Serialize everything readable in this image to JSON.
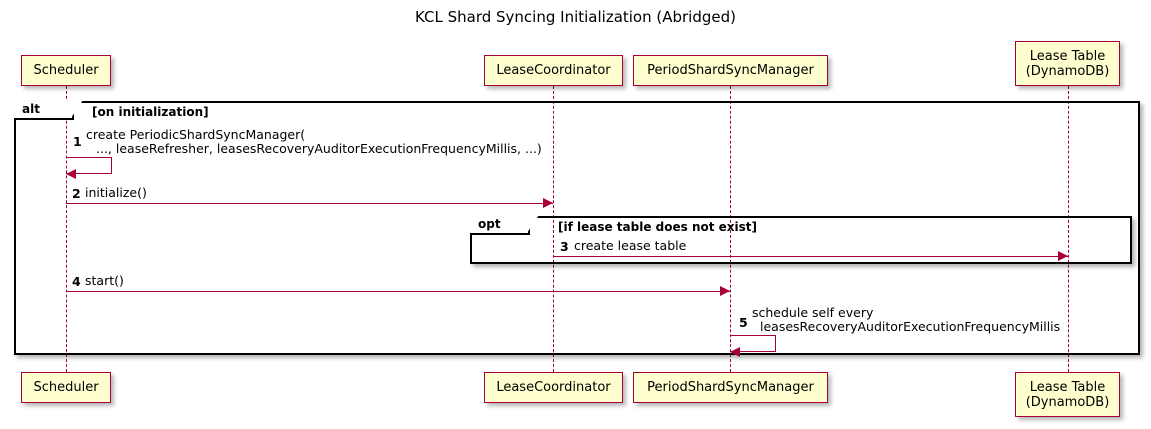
{
  "diagram": {
    "title": "KCL Shard Syncing Initialization (Abridged)",
    "type": "sequence-diagram",
    "colors": {
      "participant_fill": "#FEFECE",
      "participant_border": "#A80036",
      "lifeline": "#A80036",
      "arrow": "#A80036",
      "fragment_border": "#000000",
      "background": "#FFFFFF"
    }
  },
  "participants": [
    {
      "id": "scheduler",
      "label": "Scheduler"
    },
    {
      "id": "leasecoordinator",
      "label": "LeaseCoordinator"
    },
    {
      "id": "periodshardsyncmanager",
      "label": "PeriodShardSyncManager"
    },
    {
      "id": "leasetable",
      "label": "Lease Table\n(DynamoDB)"
    }
  ],
  "fragments": [
    {
      "id": "alt",
      "operator": "alt",
      "condition": "[on initialization]"
    },
    {
      "id": "opt",
      "operator": "opt",
      "condition": "[if lease table does not exist]"
    }
  ],
  "messages": [
    {
      "number": "1",
      "from": "scheduler",
      "to": "scheduler",
      "kind": "self",
      "line1": "create PeriodicShardSyncManager(",
      "line2": "..., leaseRefresher, leasesRecoveryAuditorExecutionFrequencyMillis, ...)"
    },
    {
      "number": "2",
      "from": "scheduler",
      "to": "leasecoordinator",
      "kind": "sync",
      "line1": "initialize()",
      "line2": ""
    },
    {
      "number": "3",
      "from": "leasecoordinator",
      "to": "leasetable",
      "kind": "sync",
      "line1": "create lease table",
      "line2": ""
    },
    {
      "number": "4",
      "from": "scheduler",
      "to": "periodshardsyncmanager",
      "kind": "sync",
      "line1": "start()",
      "line2": ""
    },
    {
      "number": "5",
      "from": "periodshardsyncmanager",
      "to": "periodshardsyncmanager",
      "kind": "self",
      "line1": "schedule self every",
      "line2": "leasesRecoveryAuditorExecutionFrequencyMillis"
    }
  ]
}
